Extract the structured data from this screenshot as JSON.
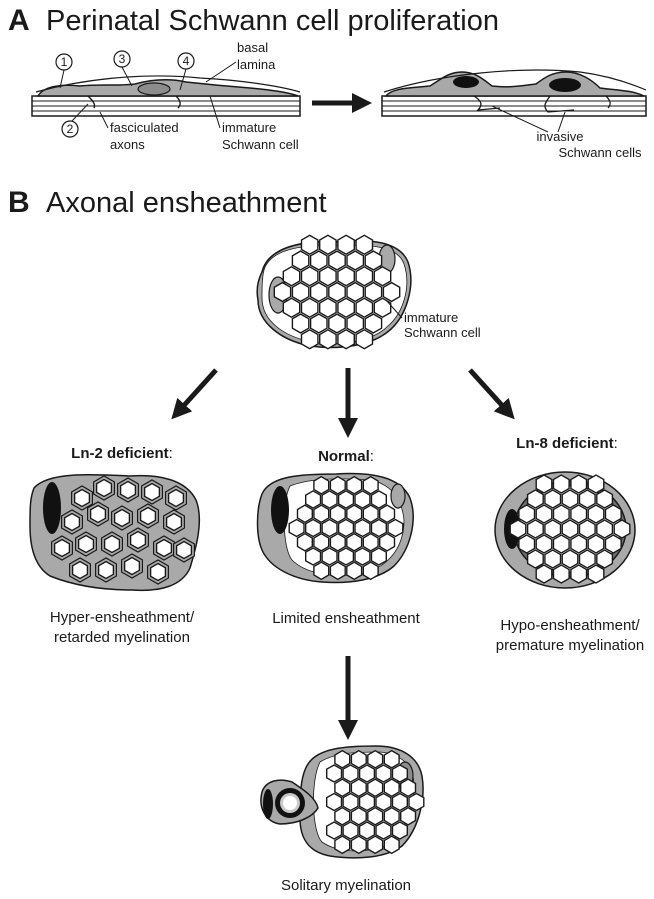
{
  "colors": {
    "cytoplasm": "#a9a9a9",
    "nucleus": "#111111",
    "axon": "#ffffff",
    "outline": "#1a1a1a"
  },
  "panel_a": {
    "letter": "A",
    "title": "Perinatal Schwann cell proliferation",
    "numbers": [
      "1",
      "2",
      "3",
      "4"
    ],
    "labels": {
      "basal": "basal",
      "lamina": "lamina",
      "fasciculated": "fasciculated",
      "axons": "axons",
      "immature": "immature",
      "schwann_cell": "Schwann cell",
      "invasive": "invasive",
      "schwann_cells": "Schwann cells"
    }
  },
  "panel_b": {
    "letter": "B",
    "title": "Axonal ensheathment",
    "top_label_1": "immature",
    "top_label_2": "Schwann cell",
    "conditions": [
      {
        "name": "Ln-2 deficient",
        "suffix": ":",
        "result_1": "Hyper-ensheathment/",
        "result_2": "retarded myelination"
      },
      {
        "name": "Normal",
        "suffix": ":",
        "result_1": "Limited ensheathment",
        "result_2": ""
      },
      {
        "name": "Ln-8 deficient",
        "suffix": ":",
        "result_1": "Hypo-ensheathment/",
        "result_2": "premature myelination"
      }
    ],
    "final": "Solitary myelination"
  }
}
